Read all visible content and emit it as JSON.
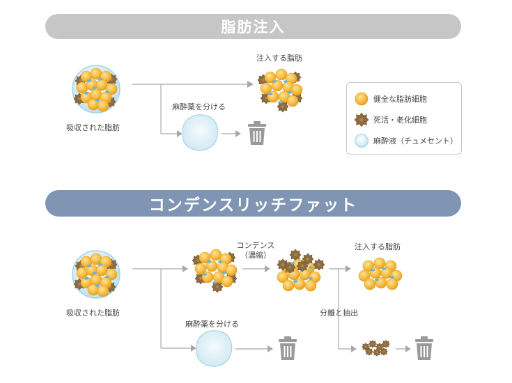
{
  "section1": {
    "title": "脂肪注入",
    "harvested_label": "吸収された脂肪",
    "inject_label": "注入する脂肪",
    "separate_label": "麻酔薬を分ける"
  },
  "section2": {
    "title": "コンデンスリッチファット",
    "harvested_label": "吸収された脂肪",
    "condense_label": "コンデンス",
    "condense_sub": "（濃縮）",
    "inject_label": "注入する脂肪",
    "separate_label": "麻酔薬を分ける",
    "separate_extract_label": "分離と抽出"
  },
  "legend": {
    "items": [
      {
        "label": "健全な脂肪細胞",
        "icon": "healthy-cell-icon",
        "color": "#f5b93a"
      },
      {
        "label": "死活・老化細胞",
        "icon": "dead-cell-icon",
        "color": "#8a6a3e"
      },
      {
        "label": "麻酔液（チュメセント）",
        "icon": "anesthetic-icon",
        "color": "#cde9f3"
      }
    ]
  }
}
